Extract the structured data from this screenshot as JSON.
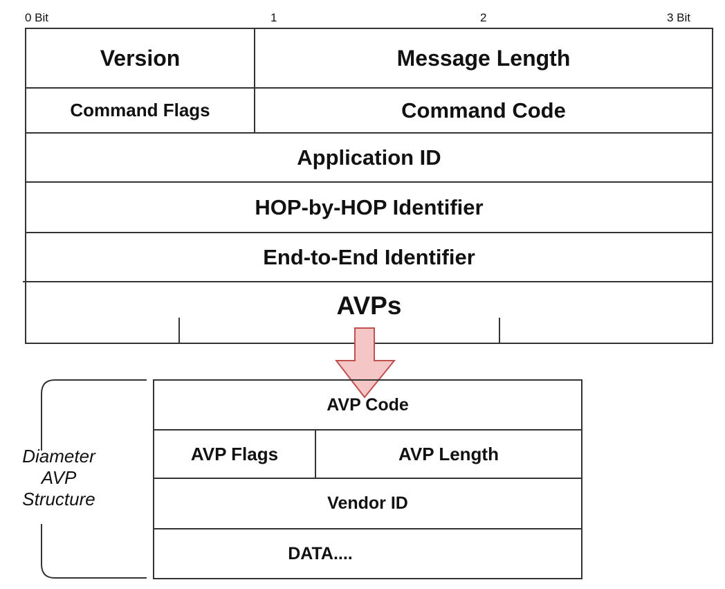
{
  "bit_labels": {
    "bit0": "0 Bit",
    "bit1": "1",
    "bit2": "2",
    "bit3": "3 Bit"
  },
  "header": {
    "version": "Version",
    "message_length": "Message Length",
    "command_flags": "Command Flags",
    "command_code": "Command Code",
    "application_id": "Application ID",
    "hop_by_hop": "HOP-by-HOP Identifier",
    "end_to_end": "End-to-End Identifier",
    "avps": "AVPs"
  },
  "avp": {
    "code": "AVP Code",
    "flags": "AVP Flags",
    "length": "AVP Length",
    "vendor_id": "Vendor ID",
    "data": "DATA...."
  },
  "side_label": {
    "line1": "Diameter",
    "line2": "AVP",
    "line3": "Structure"
  },
  "colors": {
    "arrow_fill": "#f4c6c6",
    "arrow_stroke": "#c0504d",
    "lines": "#333333"
  }
}
